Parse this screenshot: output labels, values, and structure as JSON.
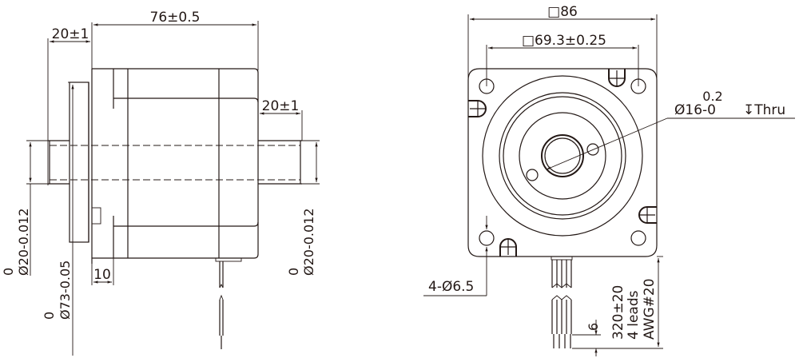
{
  "side_view": {
    "overall_length": "76±0.5",
    "rear_shaft_length": "20±1",
    "front_shaft_length": "20±1",
    "front_shaft_diameter_tol": "0",
    "front_shaft_diameter": "Ø20-0.012",
    "rear_shaft_diameter_tol": "0",
    "rear_shaft_diameter": "Ø20-0.012",
    "pilot_diameter_tol": "0",
    "pilot_diameter": "Ø73-0.05",
    "pilot_depth": "10"
  },
  "front_view": {
    "body_square": "□86",
    "bolt_pattern": "□69.3±0.25",
    "bore_tol": "0.2",
    "bore_diameter": "Ø16-0",
    "bore_depth": "↧Thru",
    "mounting_holes": "4-Ø6.5",
    "lead_length": "320±20",
    "lead_count": "4 leads",
    "lead_gauge": "AWG#20",
    "strip_length": "6"
  },
  "colors": {
    "line": "#231815",
    "background": "#ffffff"
  }
}
